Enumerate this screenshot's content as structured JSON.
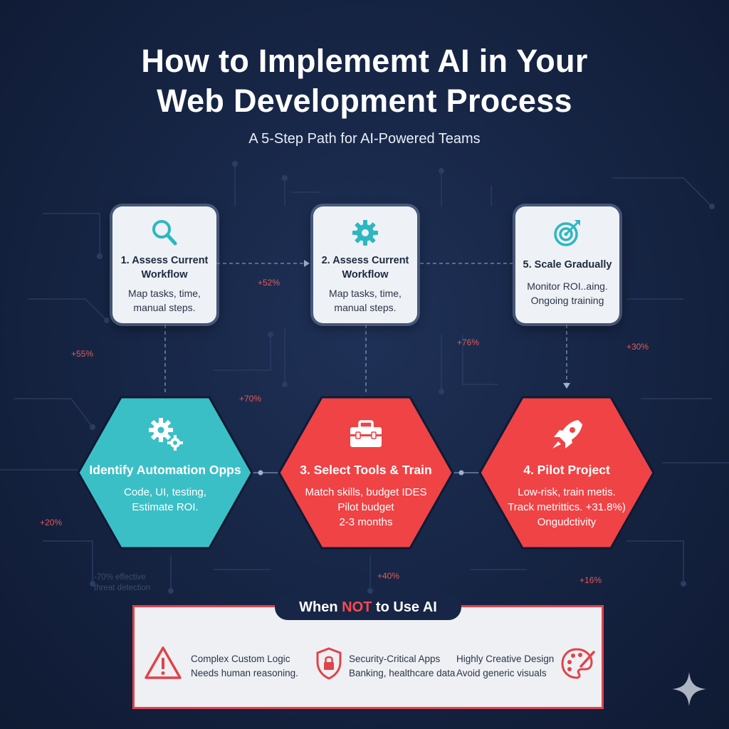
{
  "title_line1": "How to Implememt AI in Your",
  "title_line2": "Web Development Process",
  "subtitle": "A 5-Step Path for AI-Powered Teams",
  "cards": [
    {
      "icon": "magnifier-icon",
      "title_line1": "1. Assess Current",
      "title_line2": "Workflow",
      "desc_line1": "Map tasks, time,",
      "desc_line2": "manual steps."
    },
    {
      "icon": "gear-icon",
      "title_line1": "2. Assess Current",
      "title_line2": "Workflow",
      "desc_line1": "Map tasks, time,",
      "desc_line2": "manual steps."
    },
    {
      "icon": "target-arrow-icon",
      "title_line1": "5. Scale Gradually",
      "desc_line1": "Monitor ROI..aing.",
      "desc_line2": "Ongoing training"
    }
  ],
  "hexagons": [
    {
      "icon": "gears-icon",
      "color": "#3bbfc6",
      "title": "Identify Automation Opps",
      "desc_line1": "Code, UI, testing,",
      "desc_line2": "Estimate ROI."
    },
    {
      "icon": "toolbox-icon",
      "color": "#ef4346",
      "title": "3. Select Tools & Train",
      "desc_line1": "Match skills, budget IDES",
      "desc_line2": "Pilot budget",
      "desc_line3": "2-3 months"
    },
    {
      "icon": "rocket-icon",
      "color": "#ef4346",
      "title": "4. Pilot Project",
      "desc_line1": "Low-risk, train metis.",
      "desc_line2": "Track metrittics. +31.8%)",
      "desc_line3": "Ongudctivity"
    }
  ],
  "percent_labels": [
    "+52%",
    "+55%",
    "+70%",
    "+76%",
    "+30%",
    "+20%",
    "+40%",
    "+16%"
  ],
  "ghost_text_line1": "-70% effective",
  "ghost_text_line2": "threat detection",
  "warning_panel": {
    "heading_pre": "When ",
    "heading_emphasis": "NOT",
    "heading_post": " to Use AI",
    "items": [
      {
        "icon": "warning-triangle-icon",
        "title": "Complex Custom Logic",
        "desc": "Needs human reasoning."
      },
      {
        "icon": "security-shield-icon",
        "title": "Security-Critical Apps",
        "desc": "Banking, healthcare data"
      },
      {
        "icon": "palette-icon",
        "title": "Highly Creative Design",
        "desc": "Avoid generic visuals"
      }
    ]
  },
  "colors": {
    "background": "#172646",
    "teal": "#3bbfc6",
    "red": "#ef4346",
    "accent_text": "#ff4a4a"
  }
}
